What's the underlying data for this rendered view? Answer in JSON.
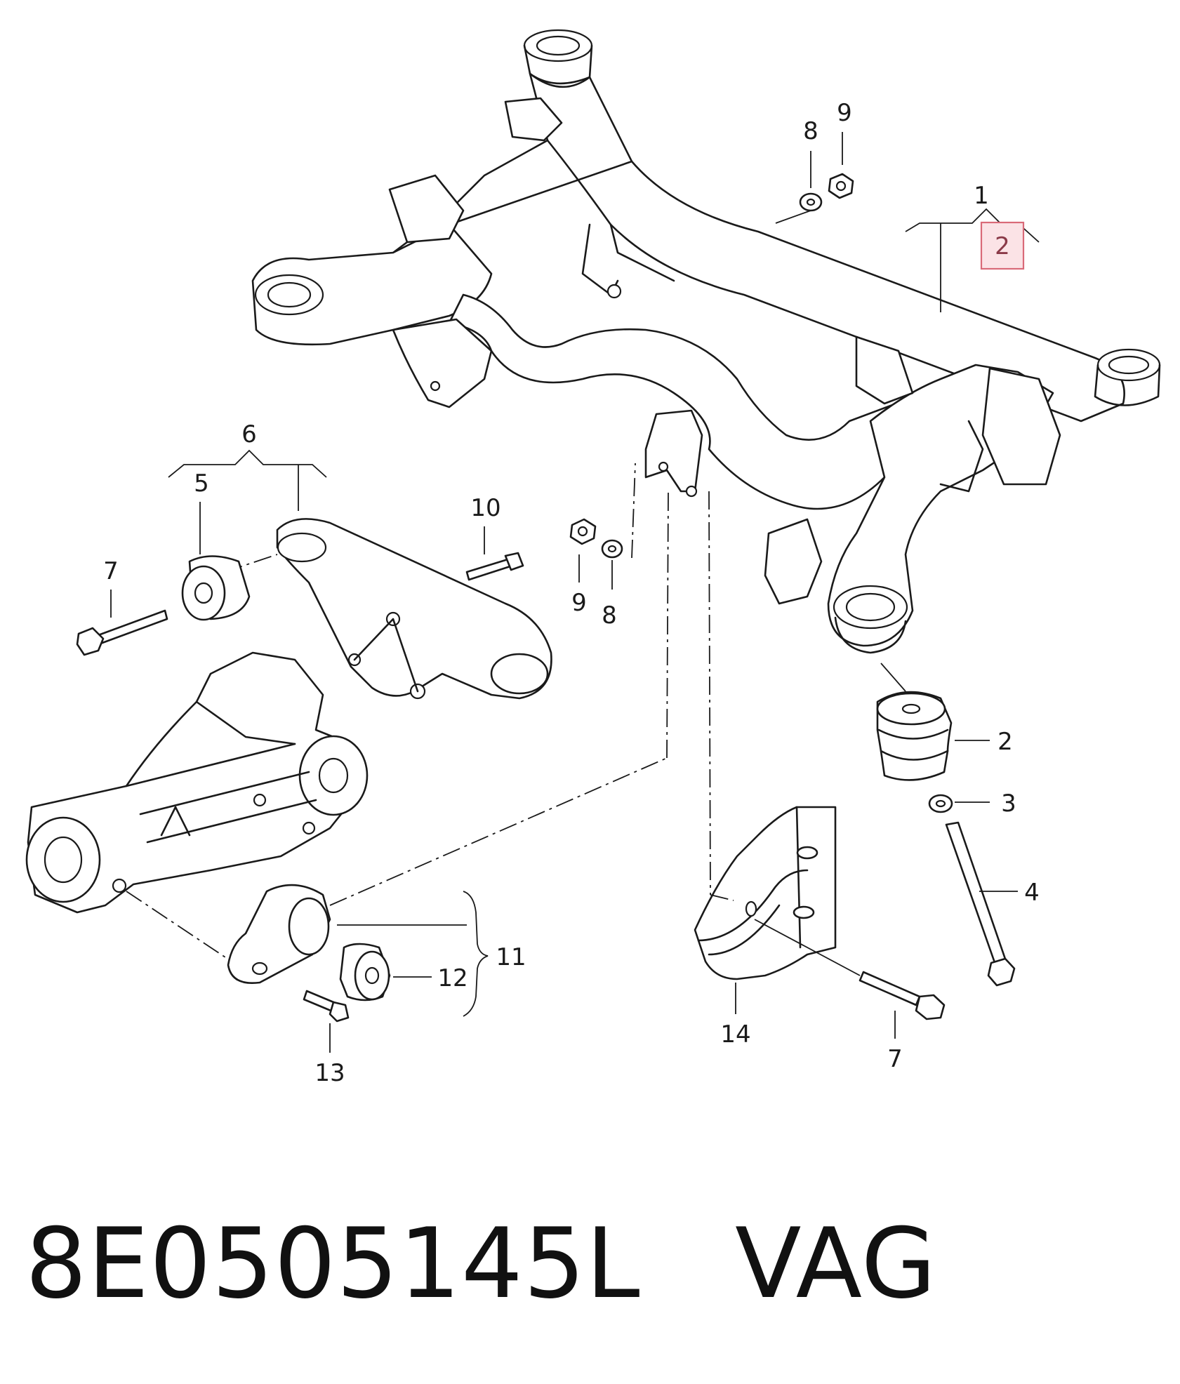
{
  "callouts": {
    "c1": "1",
    "c2_highlight": "2",
    "c8_top": "8",
    "c9_top": "9",
    "c6": "6",
    "c5": "5",
    "c7_left": "7",
    "c10": "10",
    "c9_mid": "9",
    "c8_mid": "8",
    "c2_right": "2",
    "c3": "3",
    "c4": "4",
    "c11": "11",
    "c12": "12",
    "c13": "13",
    "c14": "14",
    "c7_bottom": "7"
  },
  "footer": {
    "part_number": "8E0505145L",
    "brand": "VAG"
  },
  "colors": {
    "ink": "#1a1a1a",
    "highlight_fill": "#fbe3e6",
    "highlight_stroke": "#d96a78"
  }
}
